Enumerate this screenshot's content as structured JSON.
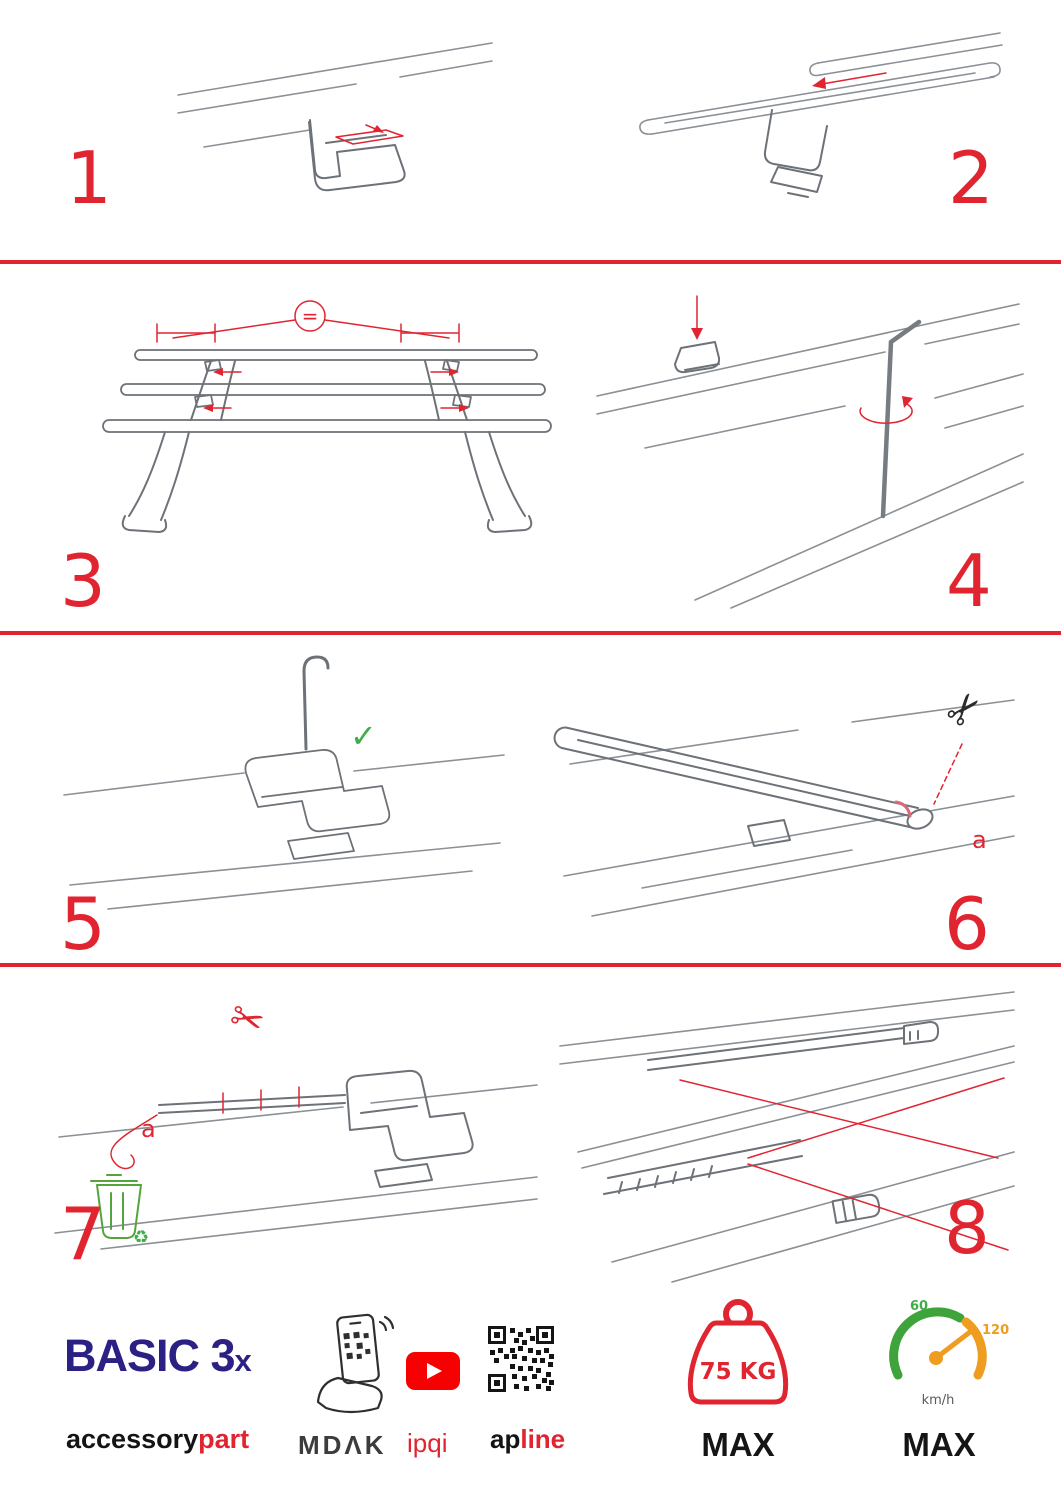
{
  "colors": {
    "accent": "#e02531",
    "logo_blue": "#2b2184",
    "youtube_red": "#f60002",
    "eco_green": "#55a43b",
    "gauge_green": "#3fa33c",
    "gauge_orange": "#ef9d20"
  },
  "steps": [
    {
      "number": "1"
    },
    {
      "number": "2"
    },
    {
      "number": "3"
    },
    {
      "number": "4"
    },
    {
      "number": "5"
    },
    {
      "number": "6"
    },
    {
      "number": "7"
    },
    {
      "number": "8"
    }
  ],
  "annotations": {
    "equals": "=",
    "check": "✓",
    "scissors": "✂",
    "label_a": "a",
    "recycle": "♻"
  },
  "footer": {
    "logo": {
      "main": "BASIC 3",
      "sub": "x"
    },
    "brand": {
      "black": "accessory",
      "red": "part"
    },
    "partners": {
      "mdak": "MDΛK",
      "ipqi": "ipqi",
      "apline_black": "ap",
      "apline_red": "line"
    },
    "weight": {
      "value": "75 KG",
      "max": "MAX"
    },
    "speed": {
      "low": "60",
      "high": "120",
      "unit": "km/h",
      "max": "MAX"
    }
  }
}
